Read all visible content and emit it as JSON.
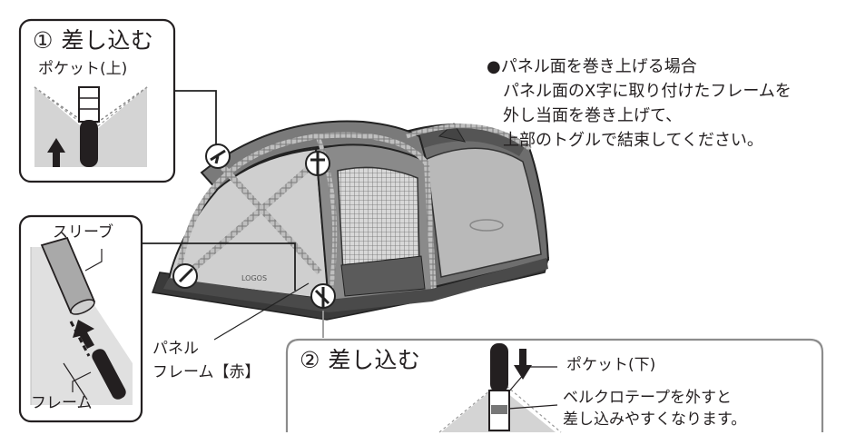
{
  "step1": {
    "title": "① 差し込む",
    "pocket_label": "ポケット(上)"
  },
  "step2": {
    "title": "② 差し込む",
    "pocket_label": "ポケット(下)",
    "velcro_note_line1": "ベルクロテープを外すと",
    "velcro_note_line2": "差し込みやすくなります。"
  },
  "sleeve_panel": {
    "sleeve_label": "スリーブ",
    "frame_label": "フレーム"
  },
  "panel_frame_label": {
    "line1": "パネル",
    "line2": "フレーム【赤】"
  },
  "tent": {
    "logo_text": "LOGOS"
  },
  "note": {
    "line1": "●パネル面を巻き上げる場合",
    "line2": "パネル面のX字に取り付けたフレームを",
    "line3": "外し当面を巻き上げて、",
    "line4": "上部のトグルで結束してください。"
  }
}
